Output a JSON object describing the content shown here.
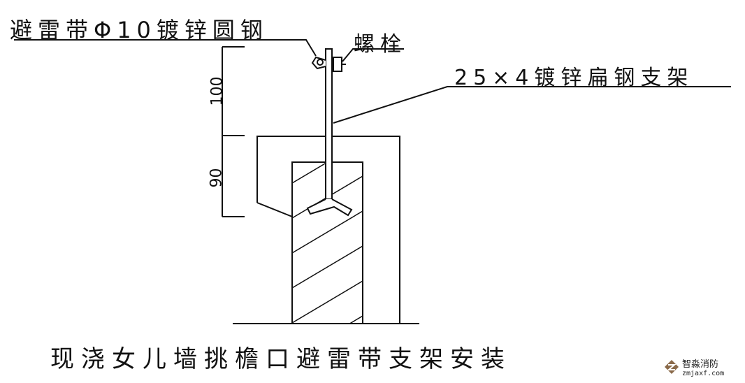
{
  "labels": {
    "round_steel": "避雷带Φ10镀锌圆钢",
    "bolt": "螺栓",
    "flat_steel": "25×4镀锌扁钢支架",
    "dim_upper": "100",
    "dim_lower": "90"
  },
  "title": "现浇女儿墙挑檐口避雷带支架安装",
  "watermark": {
    "name": "智淼消防",
    "site": "zmjaxf.com"
  }
}
